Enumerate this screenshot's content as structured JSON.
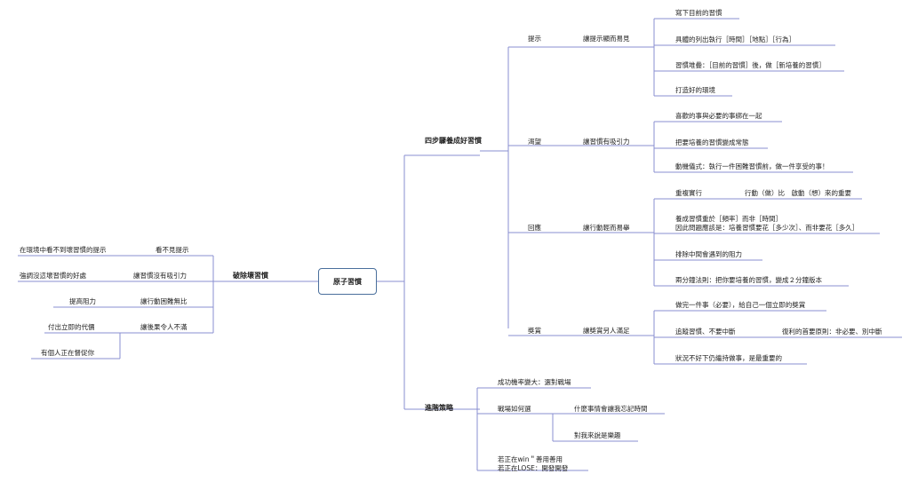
{
  "root": "原子習慣",
  "right": {
    "main1": {
      "label": "四步驟養成好習慣",
      "cue": {
        "label": "提示",
        "rule": "讓提示顯而易見",
        "items": [
          "寫下目前的習慣",
          "具體的列出執行［時間］［地點］［行為］",
          "習慣堆疊：［目前的習慣］後，做［新培養的習慣］",
          "打造好的環境"
        ]
      },
      "craving": {
        "label": "渴望",
        "rule": "讓習慣有吸引力",
        "items": [
          "喜歡的事與必要的事綁在一起",
          "把要培養的習慣變成常態",
          "動機儀式：執行一件困難習慣前，做一件享受的事！"
        ]
      },
      "response": {
        "label": "回應",
        "rule": "讓行動輕而易舉",
        "items": [
          "重複實行",
          "行動（做）比　啟動（想）來的重要",
          "養成習慣重於［頻率］而非［時間］",
          "因此問題應該是：培養習慣要花［多少次］、而非要花［多久］",
          "排除中間會遇到的阻力",
          "兩分鐘法則：把你要培養的習慣，變成２分鐘版本"
        ]
      },
      "reward": {
        "label": "獎賞",
        "rule": "讓獎賞另人滿足",
        "items": [
          "做完一件事（必要），給自己一個立即的獎賞",
          "追蹤習慣、不要中斷",
          "復利的首要原則：非必要、別中斷",
          "狀況不好下仍繼持做事，是最重要的"
        ]
      }
    },
    "main2": {
      "label": "進階策略",
      "items": {
        "a": "成功機率變大：選對戰場",
        "b": "戰場如何選",
        "b1": "什麼事情會讓我忘記時間",
        "b2": "對我來說是樂趣",
        "c1": "若正在win＂善用善用",
        "c2": "若正在LOSE：開發開發"
      }
    }
  },
  "left": {
    "label": "破除壞習慣",
    "items": [
      {
        "rule": "看不見提示",
        "detail": "在環境中看不到壞習慣的提示"
      },
      {
        "rule": "讓習慣沒有吸引力",
        "detail": "強調沒這壞習慣的好處"
      },
      {
        "rule": "讓行動困難無比",
        "detail": "提高阻力"
      },
      {
        "rule": "讓後果令人不滿",
        "detail": "付出立即的代價"
      }
    ],
    "extra": "有個人正在督促你"
  }
}
